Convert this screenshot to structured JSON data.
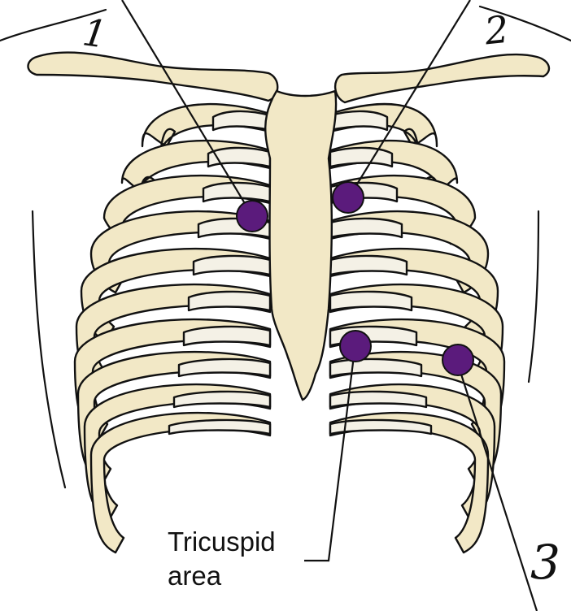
{
  "labels": {
    "one": "1",
    "two": "2",
    "three": "3",
    "tricuspid_line1": "Tricuspid",
    "tricuspid_line2": "area"
  },
  "colors": {
    "bone": "#f2e8c6",
    "cartilage": "#f4f1e6",
    "outline": "#111111",
    "marker": "#5b1b7c"
  },
  "markers": [
    {
      "name": "aortic-area-marker",
      "label": "1"
    },
    {
      "name": "pulmonic-area-marker",
      "label": "2"
    },
    {
      "name": "tricuspid-area-marker",
      "label": "Tricuspid area"
    },
    {
      "name": "mitral-area-marker",
      "label": "3"
    }
  ]
}
